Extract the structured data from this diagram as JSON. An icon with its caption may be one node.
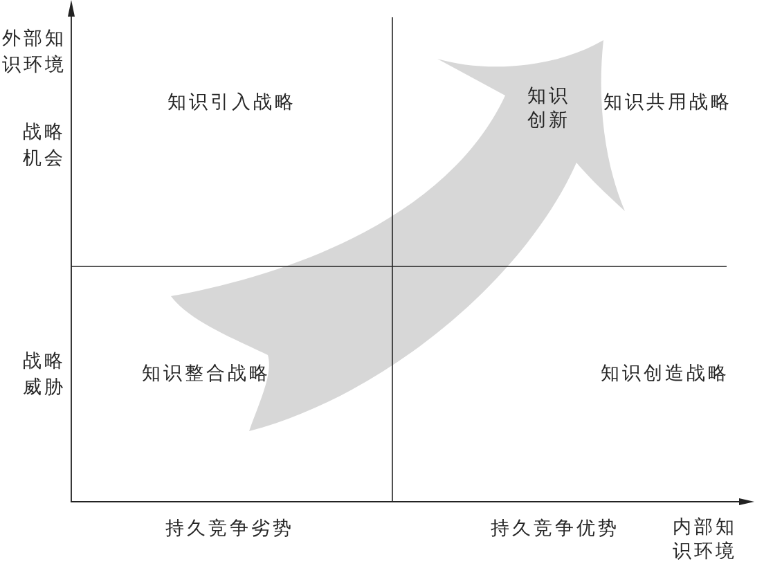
{
  "diagram": {
    "labels": [
      "外部知识环境",
      "知识引入战略",
      "知识创新",
      "知识共用战略",
      "战略机会",
      "战略威胁",
      "知识整合战略",
      "知识创造战略",
      "持久竞争劣势",
      "持久竞争优势",
      "内部知识环境"
    ]
  }
}
